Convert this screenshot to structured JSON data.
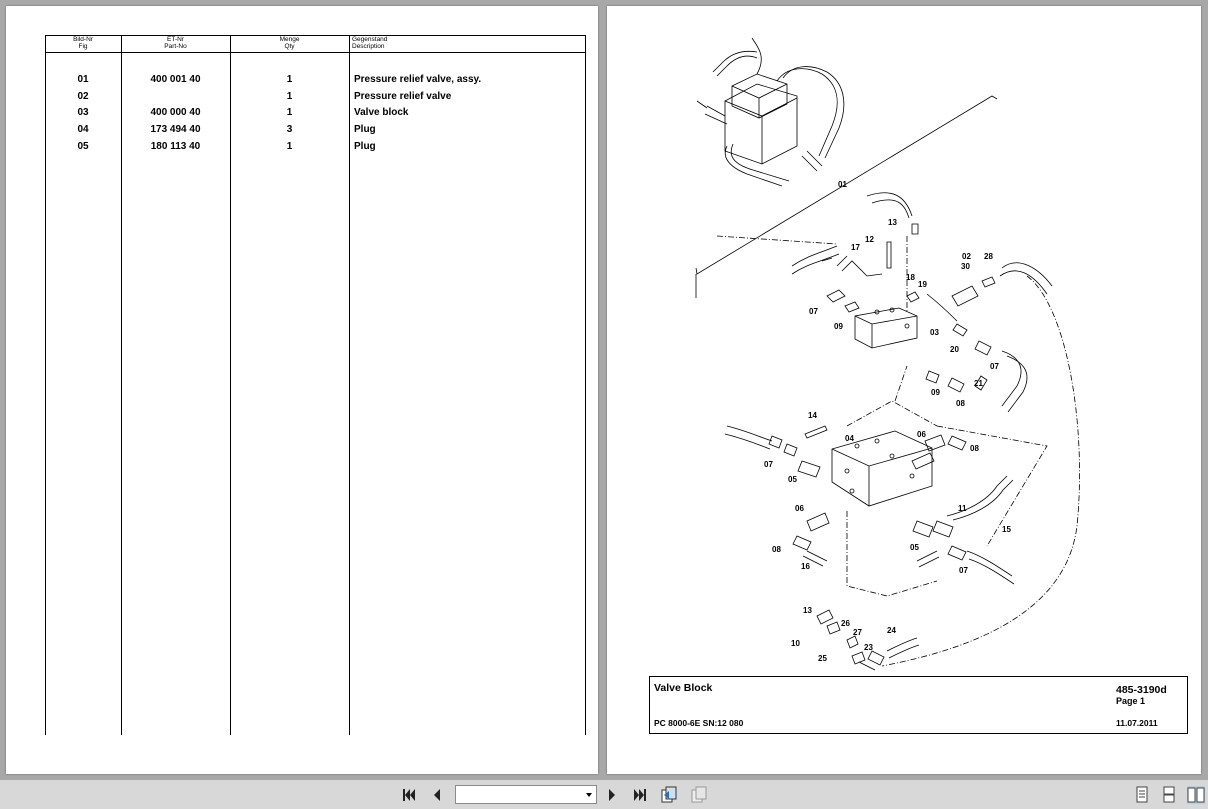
{
  "table": {
    "headers": {
      "fig_de": "Bild-Nr",
      "fig_en": "Fig",
      "part_de": "ET-Nr",
      "part_en": "Part-No",
      "qty_de": "Menge",
      "qty_en": "Qty",
      "desc_de": "Gegenstand",
      "desc_en": "Description"
    },
    "rows": [
      {
        "fig": "01",
        "part": "400 001 40",
        "qty": "1",
        "desc": "Pressure relief valve, assy."
      },
      {
        "fig": "02",
        "part": "",
        "qty": "1",
        "desc": "Pressure relief valve"
      },
      {
        "fig": "03",
        "part": "400 000 40",
        "qty": "1",
        "desc": "Valve block"
      },
      {
        "fig": "04",
        "part": "173 494 40",
        "qty": "3",
        "desc": "Plug"
      },
      {
        "fig": "05",
        "part": "180 113 40",
        "qty": "1",
        "desc": "Plug"
      }
    ]
  },
  "drawing": {
    "callouts": {
      "c01": "01",
      "c13a": "13",
      "c12": "12",
      "c17": "17",
      "c18": "18",
      "c19": "19",
      "c02": "02",
      "c30": "30",
      "c28": "28",
      "c07a": "07",
      "c09a": "09",
      "c03": "03",
      "c20": "20",
      "c07b": "07",
      "c21": "21",
      "c09b": "09",
      "c08a": "08",
      "c14": "14",
      "c04": "04",
      "c06a": "06",
      "c08b": "08",
      "c07c": "07",
      "c05a": "05",
      "c06b": "06",
      "c11": "11",
      "c15": "15",
      "c08c": "08",
      "c05b": "05",
      "c16": "16",
      "c07d": "07",
      "c13b": "13",
      "c26": "26",
      "c27": "27",
      "c10": "10",
      "c23": "23",
      "c24": "24",
      "c25": "25"
    }
  },
  "title_block": {
    "title": "Valve Block",
    "code": "485-3190d",
    "page": "Page 1",
    "model": "PC 8000-6E SN:12 080",
    "date": "11.07.2011"
  }
}
